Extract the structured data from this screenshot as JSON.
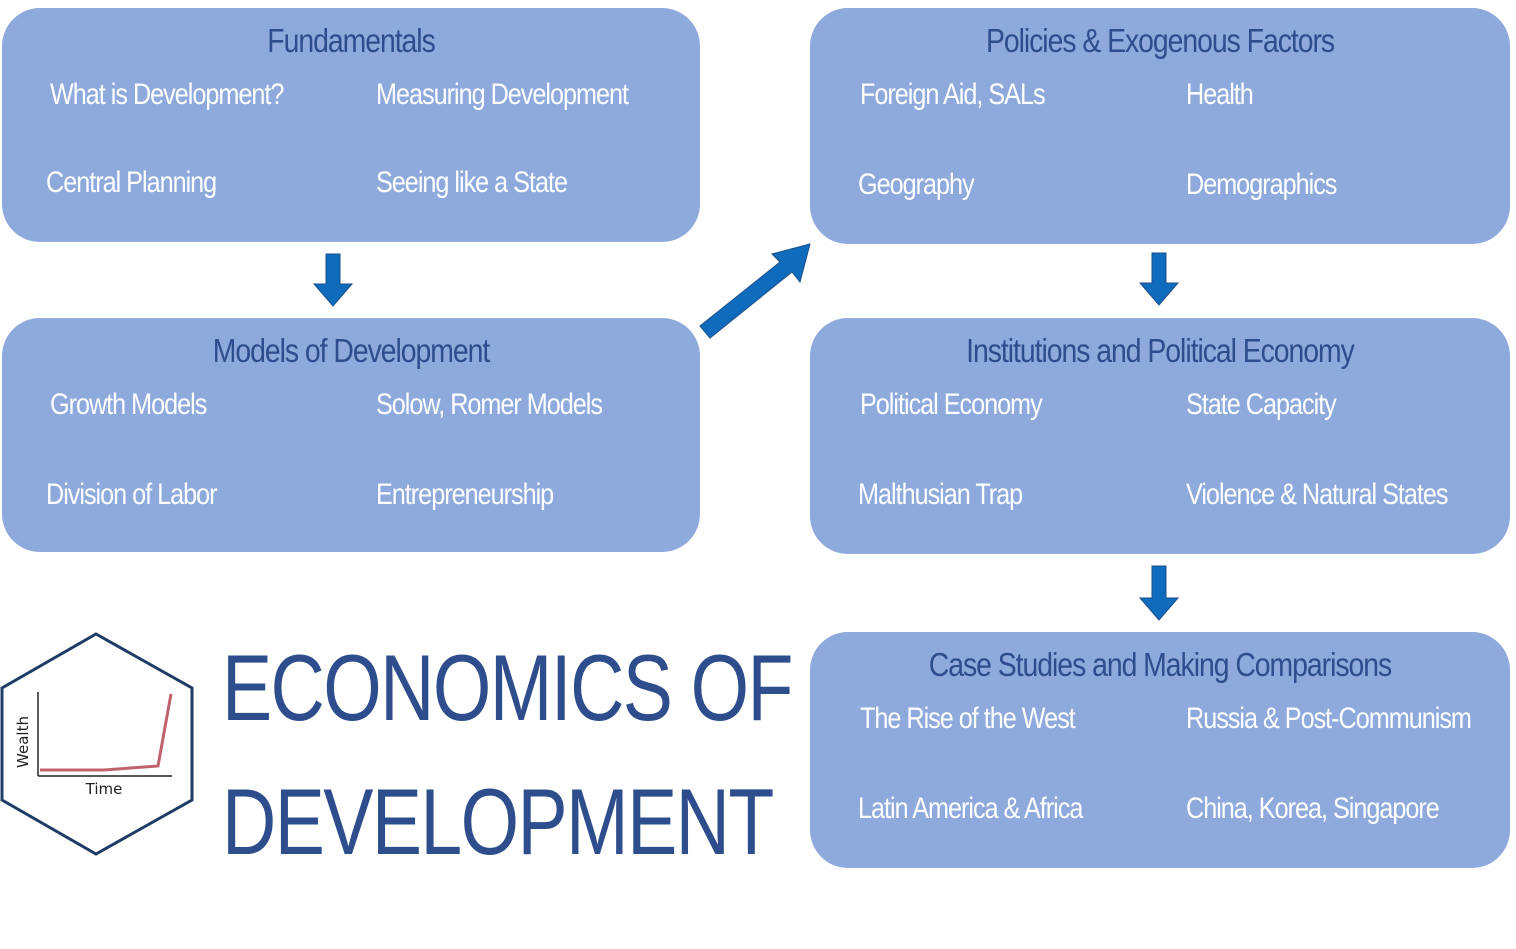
{
  "boxes": {
    "fundamentals": {
      "title": "Fundamentals",
      "items": [
        "What is Development?",
        "Measuring Development",
        "Central Planning",
        "Seeing like a State"
      ]
    },
    "models": {
      "title": "Models of Development",
      "items": [
        "Growth Models",
        "Solow, Romer Models",
        "Division of Labor",
        "Entrepreneurship"
      ]
    },
    "policies": {
      "title": "Policies & Exogenous Factors",
      "items": [
        "Foreign Aid, SALs",
        "Health",
        "Geography",
        "Demographics"
      ]
    },
    "institutions": {
      "title": "Institutions and Political Economy",
      "items": [
        "Political Economy",
        "State Capacity",
        "Malthusian Trap",
        "Violence & Natural States"
      ]
    },
    "cases": {
      "title": "Case Studies and Making Comparisons",
      "items": [
        "The Rise of the West",
        "Russia & Post-Communism",
        "Latin America & Africa",
        "China, Korea, Singapore"
      ]
    }
  },
  "logo": {
    "y_label": "Wealth",
    "x_label": "Time",
    "curve_color": "#c0626c",
    "border_color": "#1f3c66"
  },
  "headline": {
    "line1": "ECONOMICS OF",
    "line2": "DEVELOPMENT"
  },
  "colors": {
    "box_fill": "#8eaadc",
    "title_text": "#2e4d8c",
    "item_text": "#ffffff",
    "arrow": "#0f6cbd"
  }
}
